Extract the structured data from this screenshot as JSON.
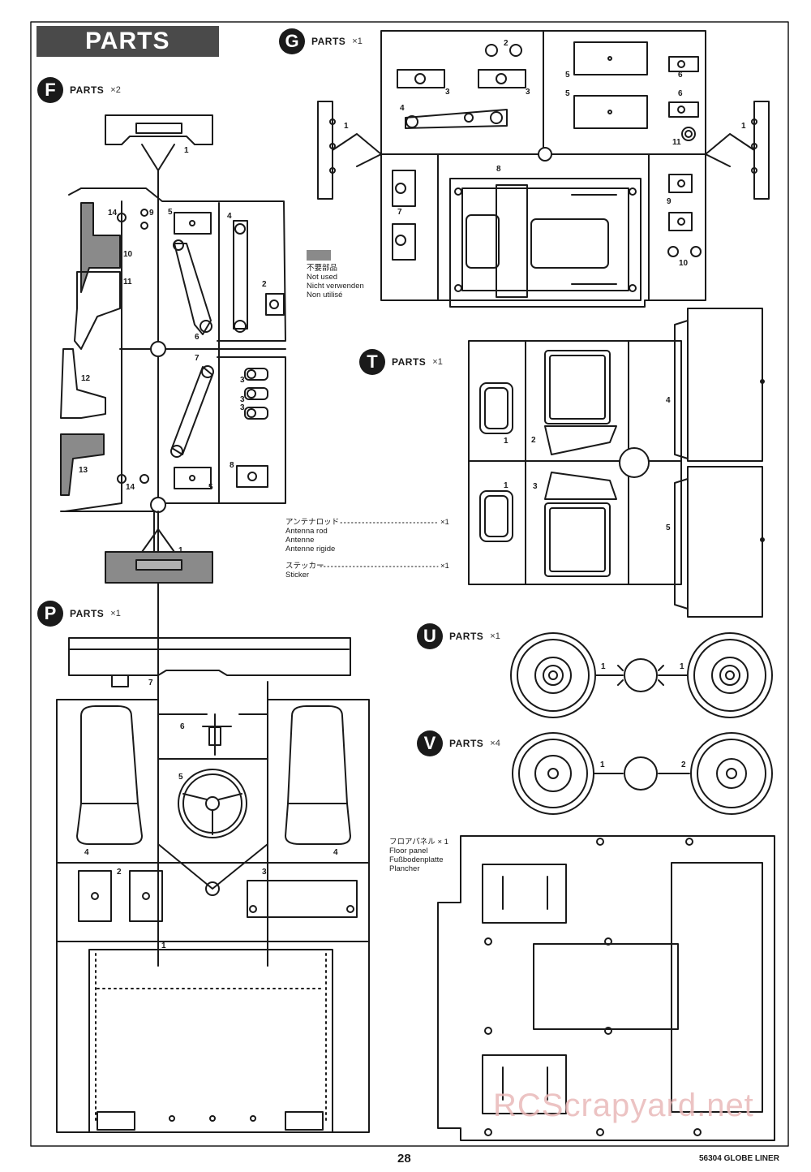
{
  "header": {
    "banner": "PARTS"
  },
  "trees": {
    "F": {
      "letter": "F",
      "label": "PARTS",
      "qty": "×2"
    },
    "G": {
      "letter": "G",
      "label": "PARTS",
      "qty": "×1"
    },
    "T": {
      "letter": "T",
      "label": "PARTS",
      "qty": "×1"
    },
    "P": {
      "letter": "P",
      "label": "PARTS",
      "qty": "×1"
    },
    "U": {
      "letter": "U",
      "label": "PARTS",
      "qty": "×1"
    },
    "V": {
      "letter": "V",
      "label": "PARTS",
      "qty": "×4"
    }
  },
  "notes": {
    "not_used": [
      "不要部品",
      "Not used",
      "Nicht verwenden",
      "Non utilisé"
    ],
    "antenna": [
      "アンテナロッド",
      "×1",
      "Antenna rod",
      "Antenne",
      "Antenne rigide"
    ],
    "sticker": [
      "ステッカー",
      "×1",
      "Sticker"
    ],
    "floor_panel": [
      "フロアパネル × 1",
      "Floor panel",
      "Fußbodenplatte",
      "Plancher"
    ]
  },
  "part_numbers": {
    "F": [
      "1",
      "14",
      "9",
      "5",
      "4",
      "10",
      "11",
      "2",
      "6",
      "7",
      "3",
      "3",
      "3",
      "12",
      "13",
      "8",
      "14",
      "5",
      "1"
    ],
    "G": [
      "2",
      "3",
      "3",
      "5",
      "6",
      "4",
      "5",
      "6",
      "1",
      "1",
      "11",
      "8",
      "9",
      "7",
      "10"
    ],
    "T": [
      "4",
      "1",
      "2",
      "1",
      "3",
      "5"
    ],
    "P": [
      "7",
      "6",
      "5",
      "4",
      "4",
      "2",
      "3",
      "1"
    ],
    "U": [
      "1",
      "1"
    ],
    "V": [
      "1",
      "2"
    ]
  },
  "footer": {
    "page_number": "28",
    "model": "56304 GLOBE LINER"
  },
  "watermark": "RCScrapyard.net",
  "colors": {
    "ink": "#1a1a1a",
    "banner_bg": "#4a4a4a",
    "unused_part": "#8a8a8a",
    "watermark": "#e9b9b9"
  }
}
